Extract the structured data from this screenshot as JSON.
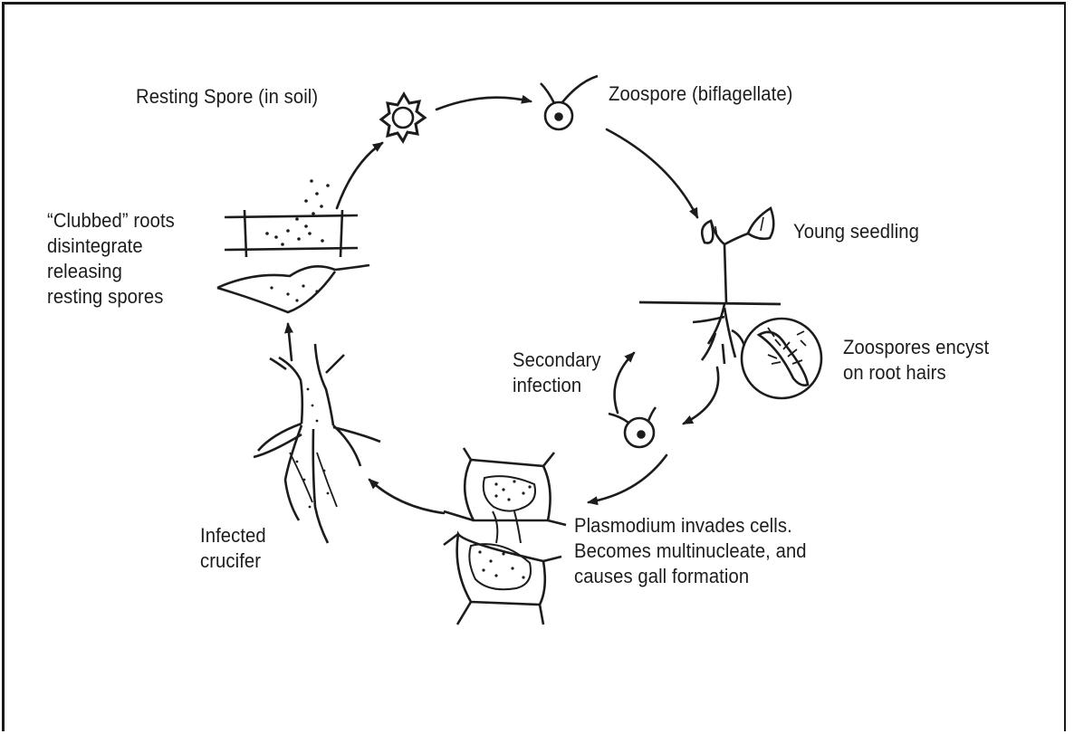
{
  "diagram": {
    "colors": {
      "ink": "#1c1c1c",
      "frame": "#1a1a1a",
      "background": "#ffffff"
    },
    "stages": {
      "resting_spore": {
        "label": "Resting Spore (in soil)",
        "icon": "spiky-spore-icon"
      },
      "zoospore": {
        "label": "Zoospore (biflagellate)",
        "icon": "biflagellate-zoospore-icon"
      },
      "young_seedling": {
        "label": "Young seedling",
        "icon": "seedling-icon"
      },
      "encyst": {
        "lines": [
          "Zoospores encyst",
          "on root hairs"
        ],
        "icon": "root-hair-magnifier-icon"
      },
      "secondary": {
        "lines": [
          "Secondary",
          "infection"
        ],
        "icon": "secondary-zoospore-icon"
      },
      "plasmodium": {
        "lines": [
          "Plasmodium invades cells.",
          "Becomes multinucleate, and",
          "causes gall formation"
        ],
        "icon": "infected-cells-icon"
      },
      "infected": {
        "lines": [
          "Infected",
          "crucifer"
        ],
        "icon": "clubbed-root-plant-icon"
      },
      "clubbed": {
        "lines": [
          "“Clubbed” roots",
          "disintegrate",
          "releasing",
          "resting spores"
        ],
        "icon": "disintegrating-root-icon"
      }
    }
  }
}
